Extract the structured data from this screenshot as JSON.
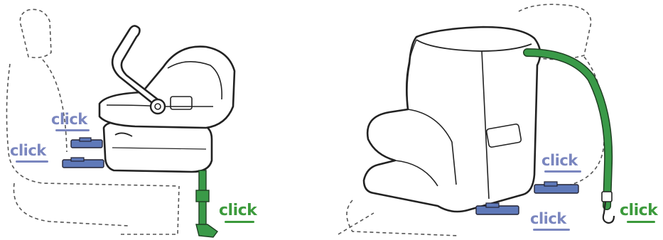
{
  "labels": {
    "left_click_upper": "click",
    "left_click_lower": "click",
    "left_click_support_leg": "click",
    "right_click_upper": "click",
    "right_click_lower": "click",
    "right_click_tether": "click"
  },
  "colors": {
    "isofix_connector": "#5f79b9",
    "label_blue": "#7a86bf",
    "tether_green": "#3a9a48",
    "label_green": "#3c9a3c",
    "outline": "#222222",
    "dashed_vehicle_seat": "#555555"
  }
}
